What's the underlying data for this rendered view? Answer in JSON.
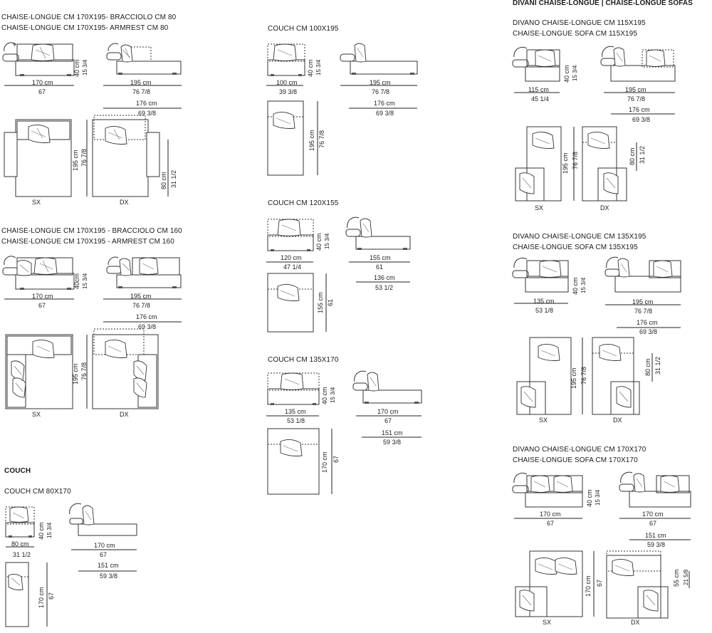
{
  "section_titles": {
    "c80": [
      "CHAISE-LONGUE CM 170X195- BRACCIOLO CM 80",
      "CHAISE-LONGUE CM 170X195- ARMREST CM 80"
    ],
    "c160": [
      "CHAISE-LONGUE CM 170X195 - BRACCIOLO CM 160",
      "CHAISE-LONGUE CM 170X195 - ARMREST CM 160"
    ],
    "couch_head": "COUCH",
    "couch80": "COUCH CM 80X170",
    "couch100": "COUCH CM 100X195",
    "couch120": "COUCH CM 120X155",
    "couch135": "COUCH CM 135X170",
    "divani_head": "DIVANI CHAISE-LONGUE  |  CHAISE-LONGUE SOFAS",
    "d115": [
      "DIVANO CHAISE-LONGUE CM 115X195",
      "CHAISE-LONGUE SOFA  CM 115X195"
    ],
    "d135": [
      "DIVANO CHAISE-LONGUE CM 135X195",
      "CHAISE-LONGUE SOFA CM 135X195"
    ],
    "d170": [
      "DIVANO CHAISE-LONGUE CM 170X170",
      "CHAISE-LONGUE SOFA CM 170X170"
    ]
  },
  "labels": {
    "sx": "SX",
    "dx": "DX"
  },
  "dims": {
    "c80_w1_cm": "170 cm",
    "c80_w1_in": "67",
    "c80_w2_cm": "195 cm",
    "c80_w2_in": "76 7/8",
    "c80_w3_cm": "176 cm",
    "c80_w3_in": "69 3/8",
    "c80_h_cm": "40 cm",
    "c80_h_in": "15 3/4",
    "c80_d_cm": "195 cm",
    "c80_d_in": "76 7/8",
    "c80_a_cm": "80 cm",
    "c80_a_in": "31 1/2",
    "c160_w1_cm": "170 cm",
    "c160_w1_in": "67",
    "c160_w2_cm": "195 cm",
    "c160_w2_in": "76 7/8",
    "c160_w3_cm": "176 cm",
    "c160_w3_in": "69 3/8",
    "c160_h_cm": "40cm",
    "c160_h_in": "15 3/4",
    "c160_d_cm": "195 cm",
    "c160_d_in": "76 7/8",
    "co80_w_cm": "80 cm",
    "co80_w_in": "31 1/2",
    "co80_h_cm": "40 cm",
    "co80_h_in": "15 3/4",
    "co80_l_cm": "170 cm",
    "co80_l_in": "67",
    "co80_s_cm": "151 cm",
    "co80_s_in": "59 3/8",
    "co80_d_cm": "170 cm",
    "co80_d_in": "67",
    "co100_w_cm": "100 cm",
    "co100_w_in": "39 3/8",
    "co100_h_cm": "40 cm",
    "co100_h_in": "15 3/4",
    "co100_l_cm": "195 cm",
    "co100_l_in": "76 7/8",
    "co100_s_cm": "176 cm",
    "co100_s_in": "69 3/8",
    "co100_d_cm": "195 cm",
    "co100_d_in": "76 7/8",
    "co120_w_cm": "120 cm",
    "co120_w_in": "47 1/4",
    "co120_h_cm": "40 cm",
    "co120_h_in": "15 3/4",
    "co120_l_cm": "155 cm",
    "co120_l_in": "61",
    "co120_s_cm": "136 cm",
    "co120_s_in": "53 1/2",
    "co120_d_cm": "155 cm",
    "co120_d_in": "61",
    "co135_w_cm": "135 cm",
    "co135_w_in": "53 1/8",
    "co135_h_cm": "40 cm",
    "co135_h_in": "15 3/4",
    "co135_l_cm": "170 cm",
    "co135_l_in": "67",
    "co135_s_cm": "151 cm",
    "co135_s_in": "59 3/8",
    "co135_d_cm": "170 cm",
    "co135_d_in": "67",
    "d115_w_cm": "115 cm",
    "d115_w_in": "45 1/4",
    "d115_h_cm": "40 cm",
    "d115_h_in": "15 3/4",
    "d115_l_cm": "195 cm",
    "d115_l_in": "76 7/8",
    "d115_s_cm": "176 cm",
    "d115_s_in": "69 3/8",
    "d115_d_cm": "195 cm",
    "d115_d_in": "76 7/8",
    "d115_a_cm": "80 cm",
    "d115_a_in": "31 1/2",
    "d135_w_cm": "135 cm",
    "d135_w_in": "53 1/8",
    "d135_h_cm": "40 cm",
    "d135_h_in": "15 3/4",
    "d135_l_cm": "195 cm",
    "d135_l_in": "76 7/8",
    "d135_s_cm": "176 cm",
    "d135_s_in": "69 3/8",
    "d135_d_cm": "195 cm",
    "d135_d_in": "76 7/8",
    "d135_a_cm": "80 cm",
    "d135_a_in": "31 1/2",
    "d170_w_cm": "170 cm",
    "d170_w_in": "67",
    "d170_h_cm": "40 cm",
    "d170_h_in": "15 3/4",
    "d170_l_cm": "170 cm",
    "d170_l_in": "67",
    "d170_s_cm": "151 cm",
    "d170_s_in": "59 3/8",
    "d170_d_cm": "170 cm",
    "d170_d_in": "67",
    "d170_a_cm": "55 cm",
    "d170_a_in": "21 5/8"
  }
}
